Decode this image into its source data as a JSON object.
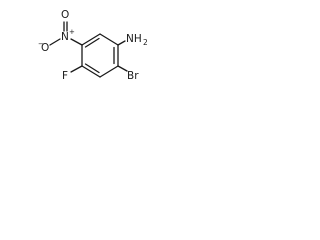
{
  "molecule": {
    "labels": {
      "amine_n": "NH",
      "amine_sub": "2",
      "nitro_n": "N",
      "nitro_plus": "+",
      "nitro_o_top": "O",
      "nitro_o_left": "O",
      "nitro_minus": "−",
      "fluoro": "F",
      "bromo": "Br"
    }
  }
}
